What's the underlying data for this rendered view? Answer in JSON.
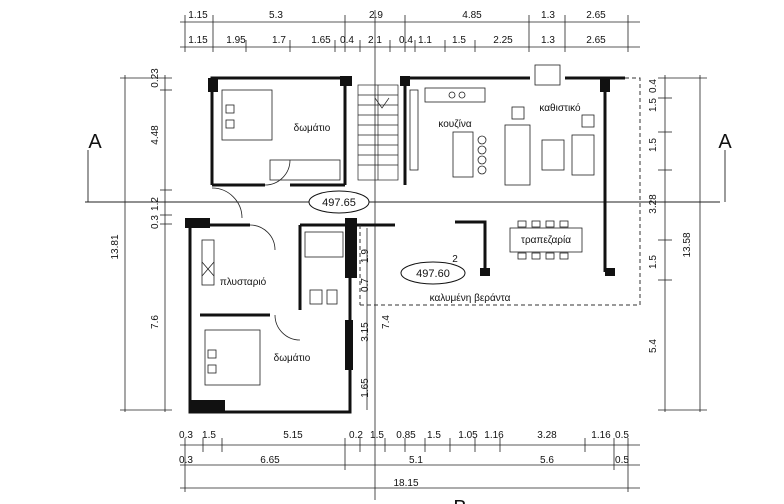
{
  "rooms": {
    "bedroom_top": "δωμάτιο",
    "kitchen": "κουζίνα",
    "living": "καθιστικό",
    "dining": "τραπεζαρία",
    "laundry": "πλυσταριό",
    "bedroom_bottom": "δωμάτιο",
    "veranda": "καλυμένη βεράντα"
  },
  "elevations": {
    "main": "497.65",
    "veranda": "497.60"
  },
  "stair_number": "2",
  "section_marks": {
    "left": "A",
    "right": "A",
    "bottom": "B"
  },
  "dims": {
    "top_row1": [
      "1.15",
      "5.3",
      "2.9",
      "4.85",
      "1.3",
      "2.65"
    ],
    "top_row2": [
      "1.15",
      "1.95",
      "1.7",
      "1.65",
      "0.4",
      "2.1",
      "0.4",
      "1.1",
      "1.5",
      "2.25",
      "1.3",
      "2.65"
    ],
    "left_inner": [
      "0.23",
      "4.48",
      "1.2",
      "0.3",
      "7.6"
    ],
    "left_outer": "13.81",
    "right_inner": [
      "0.4",
      "1.5",
      "1.5",
      "3.28",
      "1.5",
      "5.4"
    ],
    "right_outer": "13.58",
    "mid_vertical": [
      "1.9",
      "0.7",
      "7.4",
      "3.15",
      "1.65"
    ],
    "bottom_row1": [
      "0.3",
      "1.5",
      "5.15",
      "0.2",
      "1.5",
      "0.85",
      "1.5",
      "1.05",
      "1.16",
      "3.28",
      "1.16",
      "0.5"
    ],
    "bottom_row2": [
      "0.3",
      "6.65",
      "5.1",
      "5.6",
      "0.5"
    ],
    "bottom_total": "18.15"
  }
}
